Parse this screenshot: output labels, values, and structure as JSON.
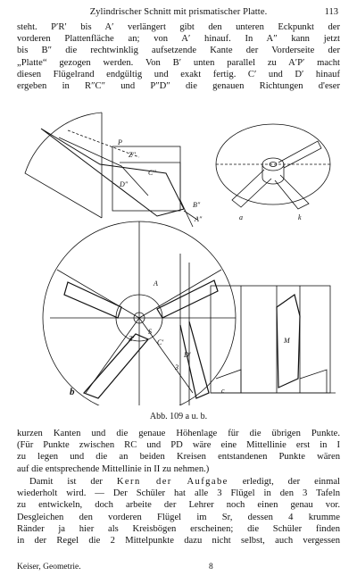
{
  "header": {
    "title": "Zylindrischer Schnitt mit prismatischer Platte.",
    "page_number": "113"
  },
  "paragraph_top": [
    "steht. P′R′ bis A′ verlängert gibt den unteren Eckpunkt der",
    "vorderen Plattenfläche an; von A′ hinauf. In A″ kann jetzt",
    "bis B″ die rechtwinklig aufsetzende Kante der Vorderseite der",
    "„Platte“ gezogen werden. Von B′ unten parallel zu A′P′ macht",
    "diesen Flügelrand endgültig und exakt fertig. C′ und D′ hinauf",
    "ergeben in R″C″ und P″D″ die genauen Richtungen d'eser"
  ],
  "figure": {
    "labels": {
      "P": "P",
      "Z1": "Z″",
      "C1": "C″",
      "D1": "D″",
      "B1": "B″",
      "A1": "A″",
      "a": "a",
      "b": "b",
      "k": "k",
      "M": "M",
      "A": "A",
      "c": "c",
      "Z": "Z′",
      "C": "C′",
      "D": "D′",
      "S": "S",
      "n3": "3"
    },
    "caption": "Abb. 109 a u. b."
  },
  "paragraph_bottom": [
    "kurzen Kanten und die genaue Höhenlage für die übrigen Punkte.",
    "(Für Punkte zwischen RC und PD wäre eine Mittellinie erst in I",
    "zu legen und die an beiden Kreisen entstandenen Punkte wären",
    "auf die entsprechende Mittellinie in II zu nehmen.)"
  ],
  "paragraph_last": {
    "line1_pre": "Damit ist der ",
    "line1_spaced": "Kern der Aufgabe",
    "line1_post": " erledigt, der einmal",
    "lines": [
      "wiederholt wird. — Der Schüler hat alle 3 Flügel in den 3 Tafeln",
      "zu entwickeln, doch arbeite der Lehrer noch einen genau vor.",
      "Desgleichen den vorderen Flügel im Sr, dessen 4 krumme",
      "Ränder ja hier als Kreisbögen erscheinen; die Schüler finden",
      "in der Regel die 2 Mittelpunkte dazu nicht selbst, auch vergessen"
    ]
  },
  "footer": {
    "author": "Keiser, Geometrie.",
    "signature": "8"
  }
}
